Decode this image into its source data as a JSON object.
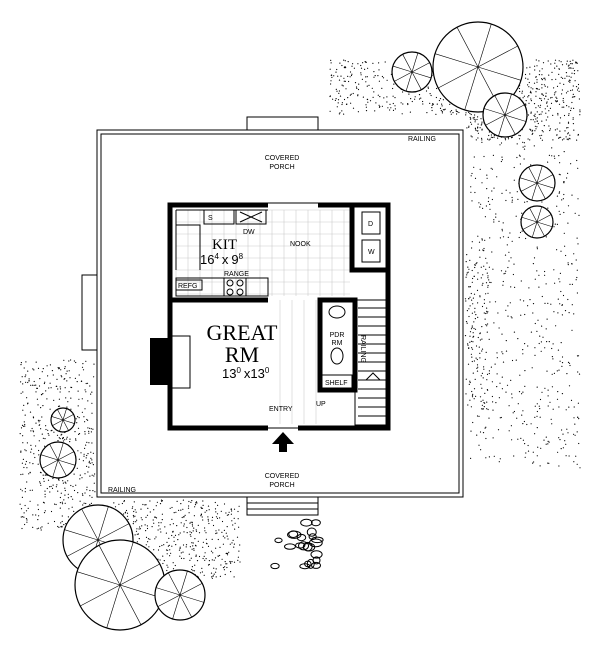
{
  "porch_top": {
    "line1": "COVERED",
    "line2": "PORCH"
  },
  "porch_bottom": {
    "line1": "COVERED",
    "line2": "PORCH"
  },
  "railing_top_right": "RAILING",
  "railing_bottom_left": "RAILING",
  "kitchen": {
    "name": "KIT",
    "w": "16",
    "w_sup": "4",
    "x": "x",
    "d": "9",
    "d_sup": "8",
    "dw": "DW",
    "sink": "S",
    "range": "RANGE",
    "refrigerator": "REFG"
  },
  "nook": "NOOK",
  "laundry": {
    "dryer": "D",
    "washer": "W"
  },
  "great_room": {
    "line1": "GREAT",
    "line2": "RM",
    "w": "13",
    "w_sup": "0",
    "x": "x",
    "d": "13",
    "d_sup": "0"
  },
  "powder_room": {
    "line1": "PDR",
    "line2": "RM"
  },
  "shelf": "SHELF",
  "stair_railing": "RAILING",
  "up": "UP",
  "entry": "ENTRY",
  "colors": {
    "ink": "#000000",
    "tile_grid": "#cccccc",
    "background": "#ffffff"
  }
}
